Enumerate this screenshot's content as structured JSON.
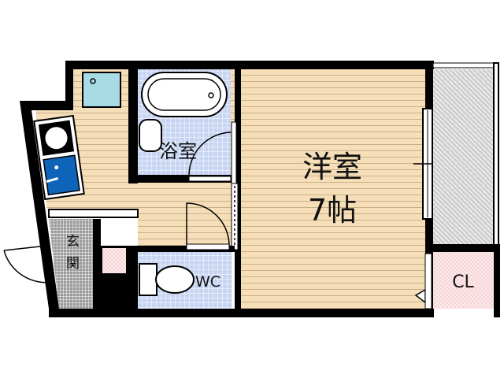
{
  "rooms": {
    "western_room": {
      "label": "洋室",
      "size": "7帖"
    },
    "bath": {
      "label": "浴室"
    },
    "toilet": {
      "label": "WC"
    },
    "closet": {
      "label": "CL"
    },
    "entrance": {
      "label_line1": "玄",
      "label_line2": "関"
    }
  },
  "colors": {
    "wall": "#000000",
    "wood_floor": "#f6dfb8",
    "wood_line": "#c9b08a",
    "tile": "#c7d4f2",
    "closet": "#f7d3d6",
    "balcony": "#cfcfcf",
    "entrance": "#b5b5b5",
    "washer": "#a9dbe6",
    "sink": "#0d64b8"
  }
}
